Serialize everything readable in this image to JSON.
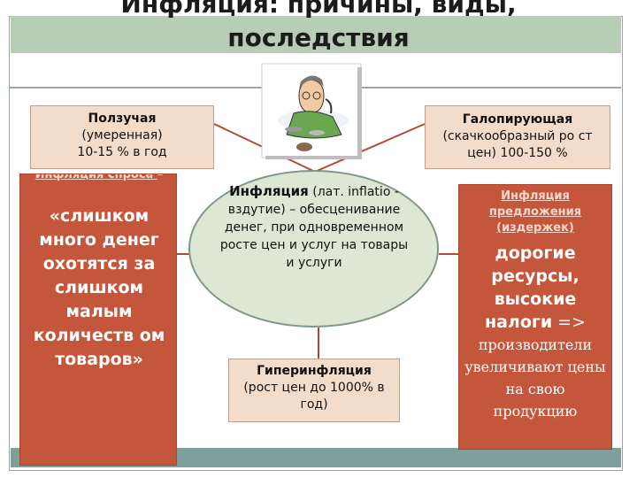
{
  "title": {
    "line1": "Инфляция: причины, виды,",
    "line2": "последствия"
  },
  "creeping": {
    "name": "Ползучая",
    "desc": "(умеренная)",
    "rate": "10-15 % в год"
  },
  "galloping": {
    "name": "Галопирующая",
    "desc": "(скачкообразный ро ст цен) 100-150 %"
  },
  "center": {
    "term": "Инфляция",
    "rest": " (лат. inflatio - вздутие) – обесценивание денег, при одновременном росте цен и услуг на товары и услуги"
  },
  "demand": {
    "heading": "Инфляция спроса ",
    "dash": "–",
    "body": "«слишком много денег охотятся за слишком малым количеств ом товаров»"
  },
  "supply": {
    "heading": "Инфляция предложения (издержек)",
    "body": "дорогие ресурсы, высокие налоги",
    "arrow": " =>",
    "effect": "производители увеличивают цены на свою продукцию"
  },
  "hyper": {
    "name": "Гиперинфляция",
    "desc": "(рост цен до 1000% в год)"
  },
  "colors": {
    "accent_red": "#c3563b",
    "tan": "#f4dccb",
    "title_bar": "#b8cdb6",
    "ellipse": "#dce7d4"
  },
  "illustration": {
    "icon": "person-with-coins-icon"
  }
}
